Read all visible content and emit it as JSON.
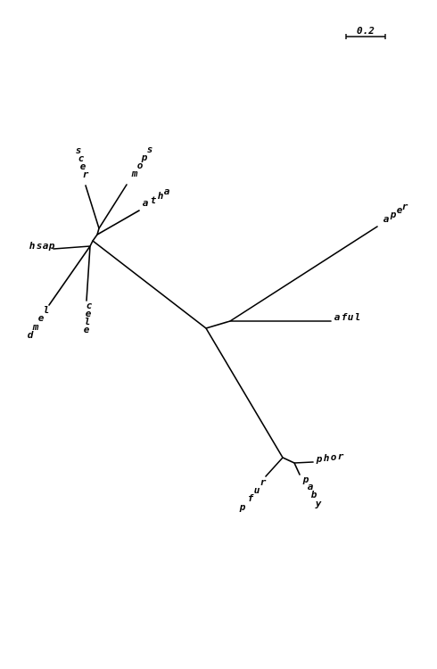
{
  "scale_bar": {
    "label": "0.2"
  },
  "taxa": [
    {
      "id": "scer",
      "label": "scer"
    },
    {
      "id": "spom",
      "label": "spom"
    },
    {
      "id": "atha",
      "label": "atha"
    },
    {
      "id": "hsap",
      "label": "hsap"
    },
    {
      "id": "dmel",
      "label": "dmel"
    },
    {
      "id": "cele",
      "label": "cele"
    },
    {
      "id": "aper",
      "label": "aper"
    },
    {
      "id": "aful",
      "label": "aful"
    },
    {
      "id": "phor",
      "label": "phor"
    },
    {
      "id": "paby",
      "label": "paby"
    },
    {
      "id": "pfur",
      "label": "pfur"
    }
  ]
}
